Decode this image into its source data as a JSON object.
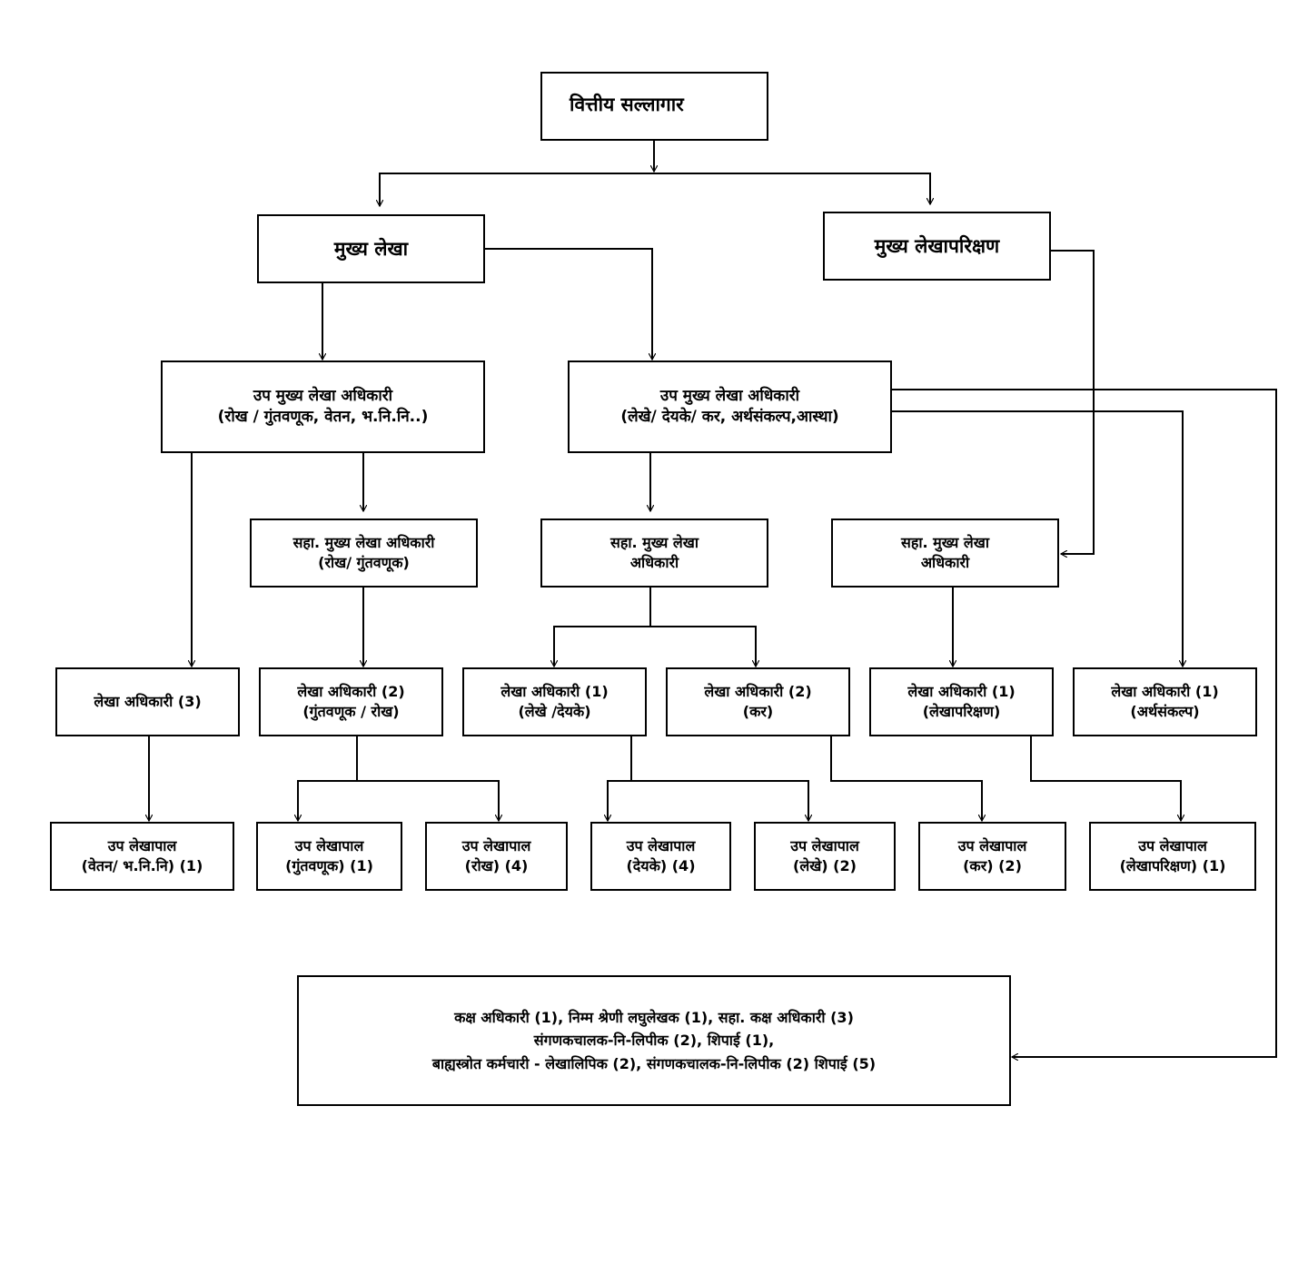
{
  "nodes": {
    "financial_advisor": {
      "line1": "वित्तीय सल्लागार"
    },
    "chief_accounts": {
      "line1": "मुख्य लेखा"
    },
    "chief_audit": {
      "line1": "मुख्य लेखापरिक्षण"
    },
    "deputy_chief_left": {
      "line1": "उप मुख्य लेखा अधिकारी",
      "line2": "(रोख / गुंतवणूक, वेतन, भ.नि.नि..)"
    },
    "deputy_chief_mid": {
      "line1": "उप मुख्य लेखा अधिकारी",
      "line2": "(लेखे/ देयके/ कर, अर्थसंकल्प,आस्था)"
    },
    "asst_chief_left": {
      "line1": "सहा. मुख्य लेखा अधिकारी",
      "line2": "(रोख/ गुंतवणूक)"
    },
    "asst_chief_mid": {
      "line1": "सहा. मुख्य लेखा",
      "line2": "अधिकारी"
    },
    "asst_chief_right": {
      "line1": "सहा. मुख्य लेखा",
      "line2": "अधिकारी"
    },
    "ao_3": {
      "line1": "लेखा अधिकारी (3)"
    },
    "ao_2_invest": {
      "line1": "लेखा अधिकारी (2)",
      "line2": "(गुंतवणूक / रोख)"
    },
    "ao_1_accounts": {
      "line1": "लेखा अधिकारी (1)",
      "line2": "(लेखे /देयके)"
    },
    "ao_2_tax": {
      "line1": "लेखा अधिकारी (2)",
      "line2": "(कर)"
    },
    "ao_1_audit": {
      "line1": "लेखा अधिकारी (1)",
      "line2": "(लेखापरिक्षण)"
    },
    "ao_1_budget": {
      "line1": "लेखा अधिकारी (1)",
      "line2": "(अर्थसंकल्प)"
    },
    "dy_acct_salary": {
      "line1": "उप लेखापाल",
      "line2": "(वेतन/ भ.नि.नि) (1)"
    },
    "dy_acct_invest": {
      "line1": "उप लेखापाल",
      "line2": "(गुंतवणूक) (1)"
    },
    "dy_acct_cash": {
      "line1": "उप लेखापाल",
      "line2": "(रोख) (4)"
    },
    "dy_acct_bills": {
      "line1": "उप लेखापाल",
      "line2": "(देयके) (4)"
    },
    "dy_acct_accounts": {
      "line1": "उप लेखापाल",
      "line2": "(लेखे) (2)"
    },
    "dy_acct_tax": {
      "line1": "उप लेखापाल",
      "line2": "(कर) (2)"
    },
    "dy_acct_audit": {
      "line1": "उप लेखापाल",
      "line2": "(लेखापरिक्षण) (1)"
    },
    "staff_box": {
      "line1": "कक्ष अधिकारी (1), निम्म श्रेणी लघुलेखक (1), सहा. कक्ष अधिकारी (3)",
      "line2": "संगणकचालक-नि-लिपीक (2), शिपाई (1),",
      "line3": "बाह्यस्त्रोत कर्मचारी - लेखालिपिक (2), संगणकचालक-नि-लिपीक (2) शिपाई (5)"
    }
  }
}
